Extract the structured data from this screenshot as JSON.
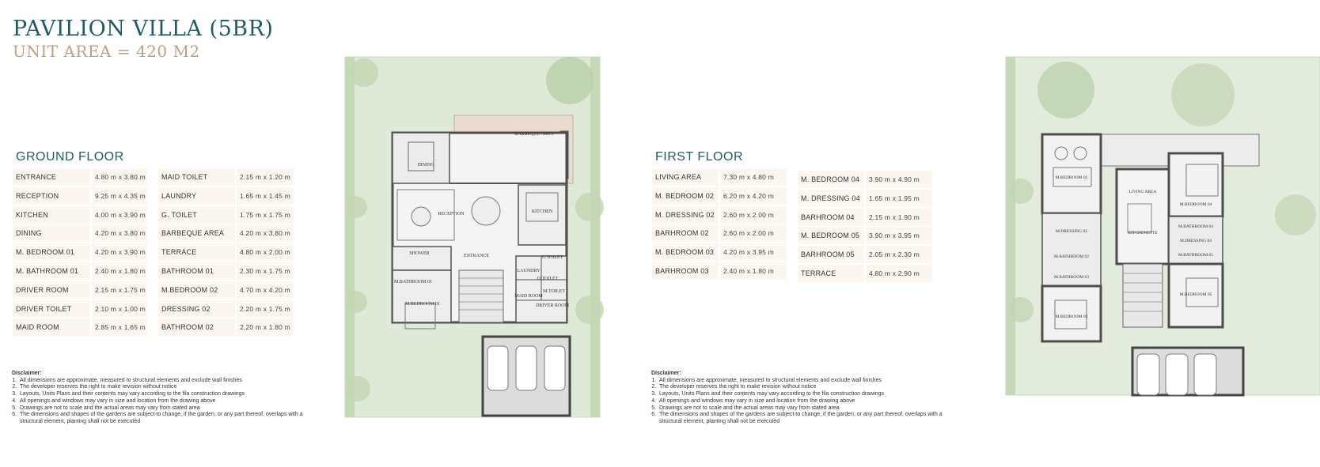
{
  "header": {
    "title": "PAVILION VILLA (5BR)",
    "subtitle": "UNIT AREA = 420 M2"
  },
  "ground": {
    "heading": "GROUND FLOOR",
    "col1": [
      {
        "name": "ENTRANCE",
        "dim": "4.80 m x 3.80 m"
      },
      {
        "name": "RECEPTION",
        "dim": "9.25 m x 4.35 m"
      },
      {
        "name": "KITCHEN",
        "dim": "4.00 m x 3.90 m"
      },
      {
        "name": "DINING",
        "dim": "4.20 m x 3.80 m"
      },
      {
        "name": "M. BEDROOM 01",
        "dim": "4.20 m x 3.90 m"
      },
      {
        "name": "M. BATHROOM 01",
        "dim": "2.40 m x 1.80 m"
      },
      {
        "name": "DRIVER ROOM",
        "dim": "2.15 m x 1.75 m"
      },
      {
        "name": "DRIVER TOILET",
        "dim": "2.10 m x 1.00 m"
      },
      {
        "name": "MAID ROOM",
        "dim": "2.85 m x 1.65 m"
      }
    ],
    "col2": [
      {
        "name": "MAID TOILET",
        "dim": "2.15 m x 1.20 m"
      },
      {
        "name": "LAUNDRY",
        "dim": "1.65 m x 1.45 m"
      },
      {
        "name": "G. TOILET",
        "dim": "1.75 m x 1.75 m"
      },
      {
        "name": "BARBEQUE AREA",
        "dim": "4.20 m x 3.80 m"
      },
      {
        "name": "TERRACE",
        "dim": "4.80 m x 2.00 m"
      },
      {
        "name": "BATHROOM 01",
        "dim": "2.30 m x 1.75 m"
      },
      {
        "name": "M.BEDROOM 02",
        "dim": "4.70 m x 4.20 m"
      },
      {
        "name": "DRESSING 02",
        "dim": "2.20 m x 1.75 m"
      },
      {
        "name": "BATHROOM 02",
        "dim": "2.20 m x 1.80 m"
      }
    ]
  },
  "first": {
    "heading": "FIRST FLOOR",
    "col1": [
      {
        "name": "LIVING AREA",
        "dim": "7.30 m x 4.80 m"
      },
      {
        "name": "M. BEDROOM 02",
        "dim": "6.20 m x 4.20 m"
      },
      {
        "name": "M. DRESSING 02",
        "dim": "2.60 m x 2.00 m"
      },
      {
        "name": "BARHROOM 02",
        "dim": "2.60 m x 2.00 m"
      },
      {
        "name": "M. BEDROOM 03",
        "dim": "4.20 m x 3.95 m"
      },
      {
        "name": "BARHROOM 03",
        "dim": "2.40 m x 1.80 m"
      }
    ],
    "col2": [
      {
        "name": "M. BEDROOM 04",
        "dim": "3.90 m x 4.90 m"
      },
      {
        "name": "M. DRESSING 04",
        "dim": "1.65 m x 1.95 m"
      },
      {
        "name": "BARHROOM 04",
        "dim": "2.15 m x 1.90 m"
      },
      {
        "name": "M. BEDROOM 05",
        "dim": "3.90 m x 3.95 m"
      },
      {
        "name": "BARHROOM 05",
        "dim": "2.05 m x 2.30 m"
      },
      {
        "name": "TERRACE",
        "dim": "4.80 m x 2.90 m"
      }
    ]
  },
  "disclaimer": {
    "heading": "Disclaimer:",
    "items": [
      "All dimensions are approximate, measured to structural elements and exclude wall finishes",
      "The developer reserves the right to make revision without notice",
      "Layouts, Units Plans and their contents may vary according to the fila construction drawings",
      "All openings and windows may vary in size and location from the drawing above",
      "Drawings are not to scale and the actual areas may vary from stated area",
      "The dimensions and shapes of the gardens are subject to change, if the garden, or any part thereof, overlaps with a structural element, planting shall not be executed"
    ]
  },
  "ground_plan": {
    "labels": {
      "dining": "DINING",
      "bbq": "BARBEQUE AREA",
      "reception": "RECEPTION",
      "kitchen": "KITCHEN",
      "shower": "SHOWER",
      "entrance": "ENTRANCE",
      "mbath": "M.BATHROOM 01",
      "mbed": "M.BEDROOM 01",
      "laundry": "LAUNDRY",
      "gtoilet": "G.TOILET",
      "dtoilet": "D.TOILET",
      "maidroom": "MAID ROOM",
      "maidtoilet": "M.TOILET",
      "driverroom": "DRIVER ROOM"
    }
  },
  "first_plan": {
    "labels": {
      "mbed02": "M.BEDROOM 02",
      "living": "LIVING AREA",
      "mbed04": "M.BEDROOM 04",
      "mdress02": "M.DRESSING 02",
      "kitchenette": "KITCHENETTE",
      "mbath04": "M.BATHROOM 04",
      "mdress04": "M.DRESSING 04",
      "mbath02": "M.BATHROOM 02",
      "mbath05": "M.BATHROOM 05",
      "mbath03": "M.BATHROOM 03",
      "mbed05": "M.BEDROOM 05",
      "mbed03": "M.BEDROOM 03"
    }
  },
  "colors": {
    "title": "#1f5c66",
    "subtitle": "#b9a18a",
    "row_bg": "#fbf6f0",
    "garden": "#dde8d6",
    "tree": "#b7cfa8",
    "wall": "#5a5a5a",
    "paving": "#e8d8cc"
  }
}
